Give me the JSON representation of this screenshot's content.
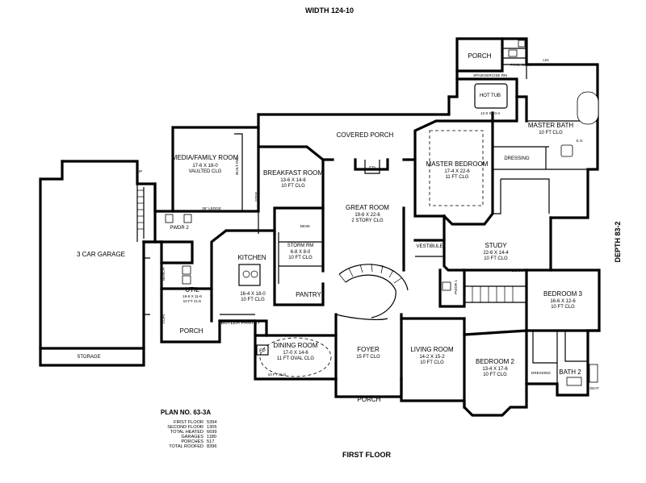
{
  "header": {
    "width_label": "WIDTH 124-10",
    "depth_label": "DEPTH 83-2"
  },
  "footer": {
    "floor_label": "FIRST FLOOR"
  },
  "plan_info": {
    "title": "PLAN NO. 63-3A",
    "stats": [
      {
        "label": "FIRST FLOOR",
        "value": "5394"
      },
      {
        "label": "SECOND FLOOR",
        "value": "1305"
      },
      {
        "label": "TOTAL HEATED",
        "value": "6699"
      },
      {
        "label": "GARAGES",
        "value": "1180"
      },
      {
        "label": "PORCHES",
        "value": "517"
      },
      {
        "label": "TOTAL ROOFED",
        "value": "8396"
      }
    ]
  },
  "rooms": {
    "porch_top": {
      "name": "PORCH"
    },
    "pool_bath": {
      "name": "POOL BATH"
    },
    "spa": {
      "name": "SPA/EXERCISE RM",
      "dims": "12-0 X 10-4"
    },
    "hot_tub": {
      "name": "HOT TUB"
    },
    "master_bath": {
      "name": "MASTER BATH",
      "ceiling": "10 FT CLG"
    },
    "dressing_master": {
      "name": "DRESSING"
    },
    "media": {
      "name": "MEDIA/FAMILY ROOM",
      "dims": "17-6 X 18-0",
      "ceiling": "VAULTED CLG"
    },
    "covered_porch": {
      "name": "COVERED PORCH"
    },
    "breakfast": {
      "name": "BREAKFAST ROOM",
      "dims": "13-6 X 14-6",
      "ceiling": "10 FT CLG"
    },
    "fp_great": {
      "name": "FP"
    },
    "master_bedroom": {
      "name": "MASTER BEDROOM",
      "dims": "17-4 X 22-6",
      "ceiling": "11 FT CLG"
    },
    "great_room": {
      "name": "GREAT ROOM",
      "dims": "19-6 X 22-6",
      "ceiling": "2 STORY CLG"
    },
    "garage": {
      "name": "3 CAR GARAGE"
    },
    "pwdr2": {
      "name": "PWDR 2"
    },
    "kitchen": {
      "name": "KITCHEN",
      "dims": "16-4 X 18-0",
      "ceiling": "10 FT CLG"
    },
    "storm_rm": {
      "name": "STORM RM",
      "dims": "6-8 X 8-0",
      "ceiling": "10 FT CLG"
    },
    "vestibule": {
      "name": "VESTIBULE"
    },
    "study": {
      "name": "STUDY",
      "dims": "22-6 X 14-4",
      "ceiling": "10 FT CLG"
    },
    "util": {
      "name": "UTIL",
      "dims": "16-6 X 11-6",
      "ceiling": "10 FT CLG"
    },
    "pantry": {
      "name": "PANTRY"
    },
    "pwdr1": {
      "name": "PWDR 1"
    },
    "bedroom3": {
      "name": "BEDROOM 3",
      "dims": "16-6 X 12-6",
      "ceiling": "10 FT CLG"
    },
    "porch_side": {
      "name": "PORCH"
    },
    "butler": {
      "name": "BUTLER PANTRY"
    },
    "dining": {
      "name": "DINING ROOM",
      "dims": "17-0 X 14-6",
      "ceiling": "11 FT OVAL CLG"
    },
    "foyer": {
      "name": "FOYER",
      "ceiling": "15 FT CLG"
    },
    "living": {
      "name": "LIVING ROOM",
      "dims": "14-2 X 15-2",
      "ceiling": "10 FT CLG"
    },
    "bedroom2": {
      "name": "BEDROOM 2",
      "dims": "13-4 X 17-6",
      "ceiling": "10 FT CLG"
    },
    "dressing_b2": {
      "name": "DRESSING"
    },
    "bath2": {
      "name": "BATH 2"
    },
    "storage": {
      "name": "STORAGE"
    },
    "fp_dining": {
      "name": "FP"
    },
    "porch_front": {
      "name": "PORCH"
    }
  },
  "small_labels": {
    "ceiling_dining_left": "10 FT CLG",
    "up": "UP",
    "down": "DOWN",
    "built_ins": "BUILT INS",
    "ledge": "36\" LEDGE",
    "step": "STEP",
    "desk": "DESK",
    "seat": "SEAT",
    "lin": "LIN",
    "ks": "K.S.",
    "bench": "BENCH",
    "coat": "COAT"
  }
}
